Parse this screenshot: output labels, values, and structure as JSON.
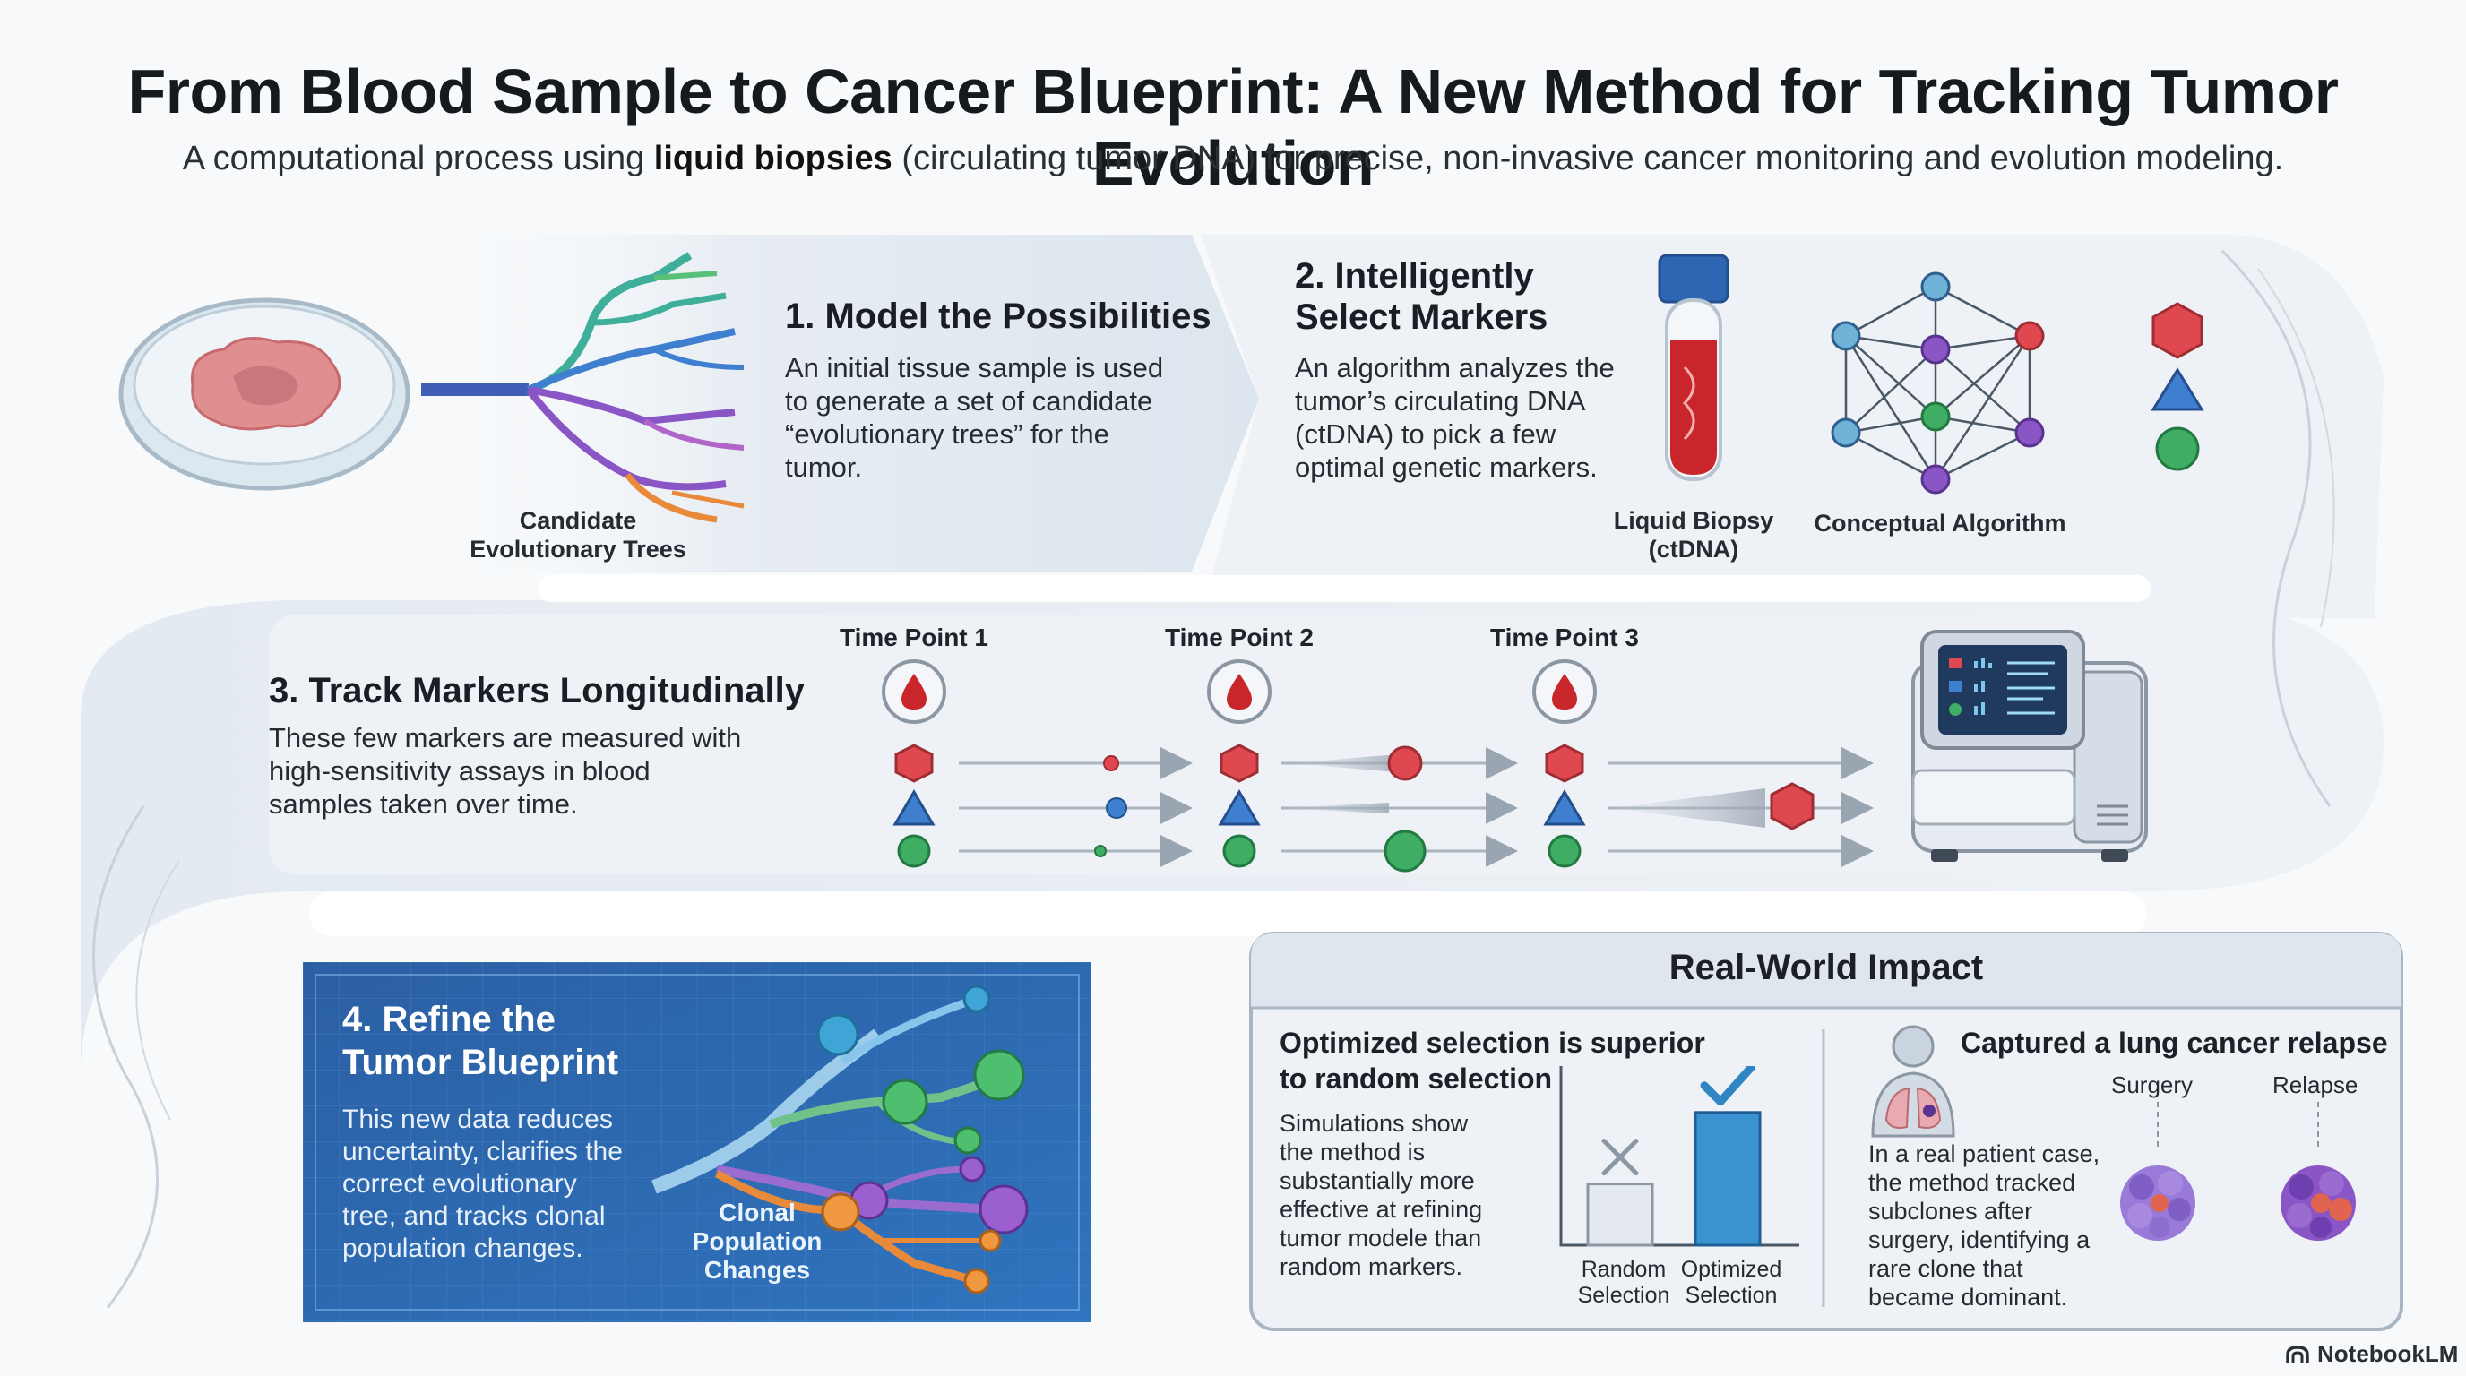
{
  "header": {
    "title": "From Blood Sample to Cancer Blueprint: A New Method for Tracking Tumor Evolution",
    "subtitle_pre": "A computational process using ",
    "subtitle_bold": "liquid biopsies",
    "subtitle_post": " (circulating tumor DNA) for precise, non-invasive cancer monitoring and evolution modeling."
  },
  "step1": {
    "title": "1. Model the Possibilities",
    "body": [
      "An initial tissue sample is used",
      "to generate a set of candidate",
      "“evolutionary trees” for the",
      "tumor."
    ],
    "caption": [
      "Candidate",
      "Evolutionary Trees"
    ]
  },
  "step2": {
    "title": [
      "2. Intelligently",
      "Select Markers"
    ],
    "body": [
      "An algorithm analyzes the",
      "tumor’s circulating DNA",
      "(ctDNA) to pick a few",
      "optimal genetic markers."
    ],
    "tube_caption": [
      "Liquid Biopsy",
      "(ctDNA)"
    ],
    "algo_caption": "Conceptual Algorithm"
  },
  "step3": {
    "title": "3. Track Markers Longitudinally",
    "body": [
      "These few markers are measured with",
      "high-sensitivity assays in blood",
      "samples taken over time."
    ],
    "time_points": [
      "Time Point 1",
      "Time Point 2",
      "Time Point 3"
    ]
  },
  "step4": {
    "title": [
      "4. Refine the",
      "Tumor Blueprint"
    ],
    "body": [
      "This new data reduces",
      "uncertainty, clarifies the",
      "correct evolutionary",
      "tree, and tracks clonal",
      "population changes."
    ],
    "clonal_label": [
      "Clonal",
      "Population",
      "Changes"
    ]
  },
  "impact": {
    "title": "Real-World Impact",
    "left": {
      "heading": [
        "Optimized selection is superior",
        "to random selection"
      ],
      "body": [
        "Simulations show",
        "the method is",
        "substantially more",
        "effective at refining",
        "tumor modele than",
        "random markers."
      ],
      "bars": [
        {
          "label": [
            "Random",
            "Selection"
          ],
          "value": 0.36
        },
        {
          "label": [
            "Optimized",
            "Selection"
          ],
          "value": 0.78
        }
      ]
    },
    "right": {
      "heading": "Captured a lung cancer relapse",
      "body": [
        "In a real patient case,",
        "the method tracked",
        "subclones after",
        "surgery, identifying a",
        "rare clone that",
        "became dominant."
      ],
      "surgery_label": "Surgery",
      "relapse_label": "Relapse"
    }
  },
  "brand": "NotebookLM",
  "colors": {
    "red": "#e0484f",
    "blue": "#3f7fcf",
    "green": "#3fae64",
    "purple": "#8a55c4",
    "orange": "#e88a3a",
    "teal": "#34b3a5",
    "panel_blue": "#2d6bb0"
  }
}
